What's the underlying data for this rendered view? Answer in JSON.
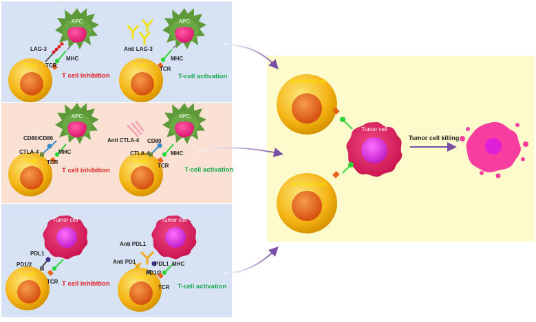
{
  "labels": {
    "apc": "APC",
    "t_cell": "T-cell",
    "tcr": "TCR",
    "mhc": "MHC",
    "lag3": "LAG-3",
    "anti_lag3": "Anti LAG-3",
    "cd80_cd86": "CD80/CD86",
    "cd80": "CD80",
    "ctla4": "CTLA-4",
    "anti_ctla4": "Anti CTLA-4",
    "tumor_cell": "Tumor cell",
    "pdl1": "PDL1",
    "pd12": "PD1/2",
    "anti_pdl1": "Anti PDL1",
    "anti_pd1": "Anti PD1",
    "inhibition": "T cell inhibition",
    "activation": "T-cell activation",
    "activated_cell": "Activated-cell",
    "tumor_killing": "Tumor cell killing"
  },
  "colors": {
    "blue_panel": "#d7e3f4",
    "peach_panel": "#fbe1d4",
    "yellow_panel": "#fdfbcc",
    "apc_green": "#5e9a3a",
    "tumor_pink": "#e01c5c",
    "tcell_yellow": "#f6b814",
    "nucleus_orange": "#e5641a",
    "mhc_green": "#2fd23a",
    "arrow_purple": "#7a4fa8"
  }
}
